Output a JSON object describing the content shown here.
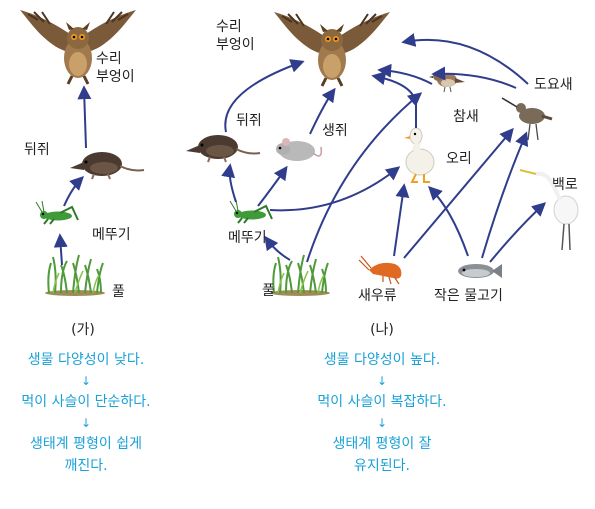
{
  "left": {
    "labels": {
      "eagle_owl": "수리\n부엉이",
      "shrew": "뒤쥐",
      "grasshopper": "메뚜기",
      "grass": "풀"
    },
    "caption": "(가)",
    "conclusion": [
      "생물 다양성이 낮다.",
      "먹이 사슬이 단순하다.",
      "생태계 평형이 쉽게\n깨진다."
    ]
  },
  "right": {
    "labels": {
      "eagle_owl": "수리\n부엉이",
      "shrew": "뒤쥐",
      "mouse": "생쥐",
      "grasshopper": "메뚜기",
      "grass": "풀",
      "sparrow": "참새",
      "snipe": "도요새",
      "duck": "오리",
      "egret": "백로",
      "shrimp": "새우류",
      "small_fish": "작은 물고기"
    },
    "caption": "(나)",
    "conclusion": [
      "생물 다양성이 높다.",
      "먹이 사슬이 복잡하다.",
      "생태계 평형이 잘\n유지된다."
    ]
  },
  "arrow_glyph": "↓",
  "colors": {
    "arrow": "#2f3d8c",
    "conclusion_text": "#1aa1d8"
  }
}
